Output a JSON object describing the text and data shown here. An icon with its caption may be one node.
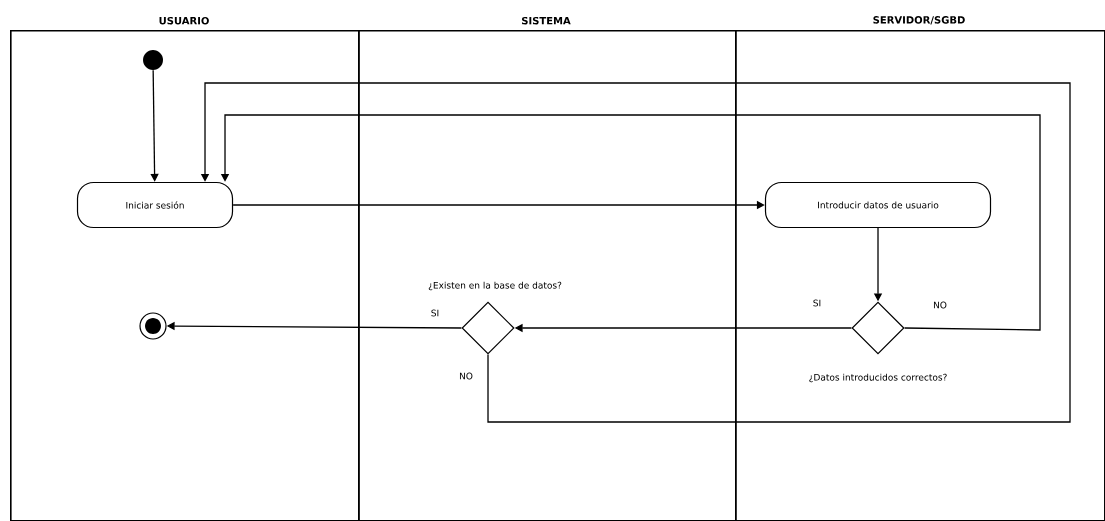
{
  "diagram": {
    "nodes": [
      {
        "text": [
          "USUARIO"
        ]
      },
      {
        "text": [
          "SISTEMA"
        ]
      },
      {
        "text": [
          "SERVIDOR/SGBD"
        ]
      },
      {
        "text": [],
        "shape": "circle",
        "in": 0
      },
      {
        "text": [
          "Iniciar sesión"
        ],
        "in": 0
      },
      {
        "text": [
          "Introducir datos de usuario"
        ],
        "in": 2
      },
      {
        "text": [
          "¿Datos introducidos correctos?"
        ],
        "in": 2
      },
      {
        "text": [
          "¿Existen en la base de datos?"
        ],
        "in": 1
      },
      {
        "text": [],
        "shape": "circle",
        "in": 0
      }
    ],
    "edges": [
      {
        "from": 3,
        "to": 4,
        "arrow": "to"
      },
      {
        "from": 4,
        "to": 5,
        "arrow": "to"
      },
      {
        "from": 5,
        "to": 6,
        "arrow": "to"
      },
      {
        "from": 6,
        "to": 7,
        "arrow": "to",
        "label": "SI"
      },
      {
        "from": 6,
        "to": 4,
        "arrow": "to",
        "label": "NO"
      },
      {
        "from": 7,
        "to": 8,
        "arrow": "to",
        "label": "SI"
      },
      {
        "from": 7,
        "to": 4,
        "arrow": "to",
        "label": "NO"
      }
    ]
  }
}
